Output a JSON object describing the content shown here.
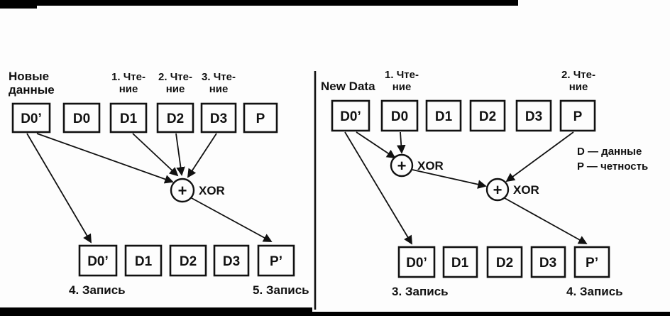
{
  "left_panel": {
    "new_data_line1": "Новые",
    "new_data_line2": "данные",
    "read1_line1": "1. Чте-",
    "read1_line2": "ние",
    "read2_line1": "2. Чте-",
    "read2_line2": "ние",
    "read3_line1": "3. Чте-",
    "read3_line2": "ние",
    "top_boxes": [
      "D0’",
      "D0",
      "D1",
      "D2",
      "D3",
      "P"
    ],
    "xor_plus": "+",
    "xor_label": "XOR",
    "bottom_boxes": [
      "D0’",
      "D1",
      "D2",
      "D3",
      "P’"
    ],
    "write1": "4. Запись",
    "write2": "5. Запись"
  },
  "right_panel": {
    "new_data": "New Data",
    "read1_line1": "1. Чте-",
    "read1_line2": "ние",
    "read2_line1": "2. Чте-",
    "read2_line2": "ние",
    "top_boxes": [
      "D0’",
      "D0",
      "D1",
      "D2",
      "D3",
      "P"
    ],
    "xor1_plus": "+",
    "xor1_label": "XOR",
    "xor2_plus": "+",
    "xor2_label": "XOR",
    "bottom_boxes": [
      "D0’",
      "D1",
      "D2",
      "D3",
      "P’"
    ],
    "write1": "3. Запись",
    "write2": "4. Запись",
    "legend_d": "D — данные",
    "legend_p": "P — четность"
  }
}
